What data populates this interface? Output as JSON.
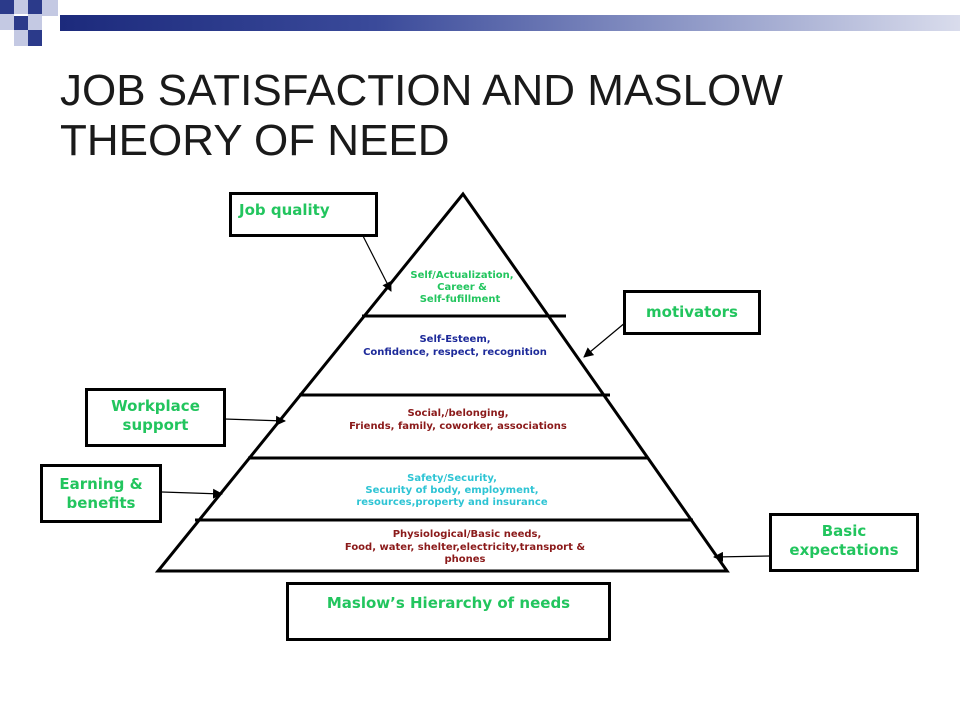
{
  "title": "JOB SATISFACTION AND MASLOW THEORY OF NEED",
  "colors": {
    "title_bar": "#1c2a7c",
    "accent_dark": "#2b3a8a",
    "accent_light": "#c4c9e3",
    "box_text": "#22c55e",
    "tier_self_actualization": "#22c55e",
    "tier_self_esteem": "#1d2a9a",
    "tier_social": "#8b1a1a",
    "tier_safety": "#2ec4d4",
    "tier_physiological": "#8b1a1a"
  },
  "pyramid": {
    "tiers": [
      {
        "lines": [
          "Self/Actualization,",
          "Career &",
          "Self-fufillment"
        ]
      },
      {
        "lines": [
          "Self-Esteem,",
          "Confidence, respect, recognition"
        ]
      },
      {
        "lines": [
          "Social,/belonging,",
          "Friends, family, coworker, associations"
        ]
      },
      {
        "lines": [
          "Safety/Security,",
          "Security of body, employment,",
          "resources,property and insurance"
        ]
      },
      {
        "lines": [
          "Physiological/Basic needs,",
          "Food, water, shelter,electricity,transport  &",
          "phones"
        ]
      }
    ]
  },
  "boxes": {
    "job_quality": "Job quality",
    "motivators": "motivators",
    "workplace_support": [
      "Workplace",
      "support"
    ],
    "earning_benefits": [
      "Earning &",
      "benefits"
    ],
    "basic_expectations": [
      "Basic",
      "expectations"
    ],
    "maslow_caption": "Maslow’s Hierarchy of needs"
  }
}
